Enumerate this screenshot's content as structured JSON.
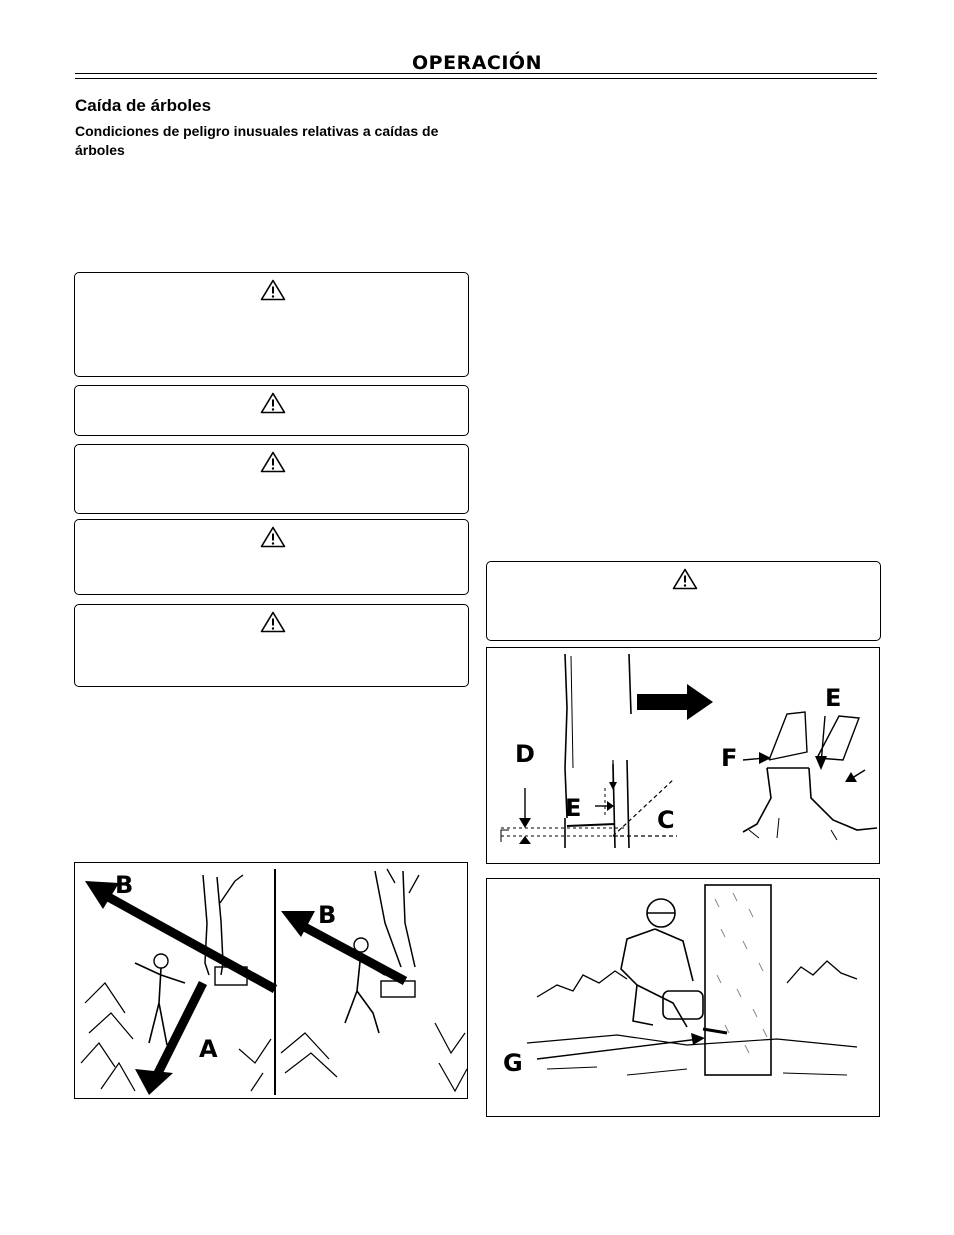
{
  "header": {
    "title": "OPERACIÓN"
  },
  "section": {
    "title": "Caída de árboles",
    "subtitle": "Condiciones de peligro inusuales relativas a caídas de árboles"
  },
  "warnings": {
    "icon": "warning-triangle-icon",
    "count": 6
  },
  "figures": {
    "felling_direction": {
      "labels": {
        "a": "A",
        "b_left": "B",
        "b_right": "B"
      }
    },
    "notch_cut": {
      "labels": {
        "c": "C",
        "d": "D",
        "e_left": "E",
        "e_right": "E",
        "f": "F"
      }
    },
    "back_cut": {
      "labels": {
        "g": "G"
      }
    }
  }
}
